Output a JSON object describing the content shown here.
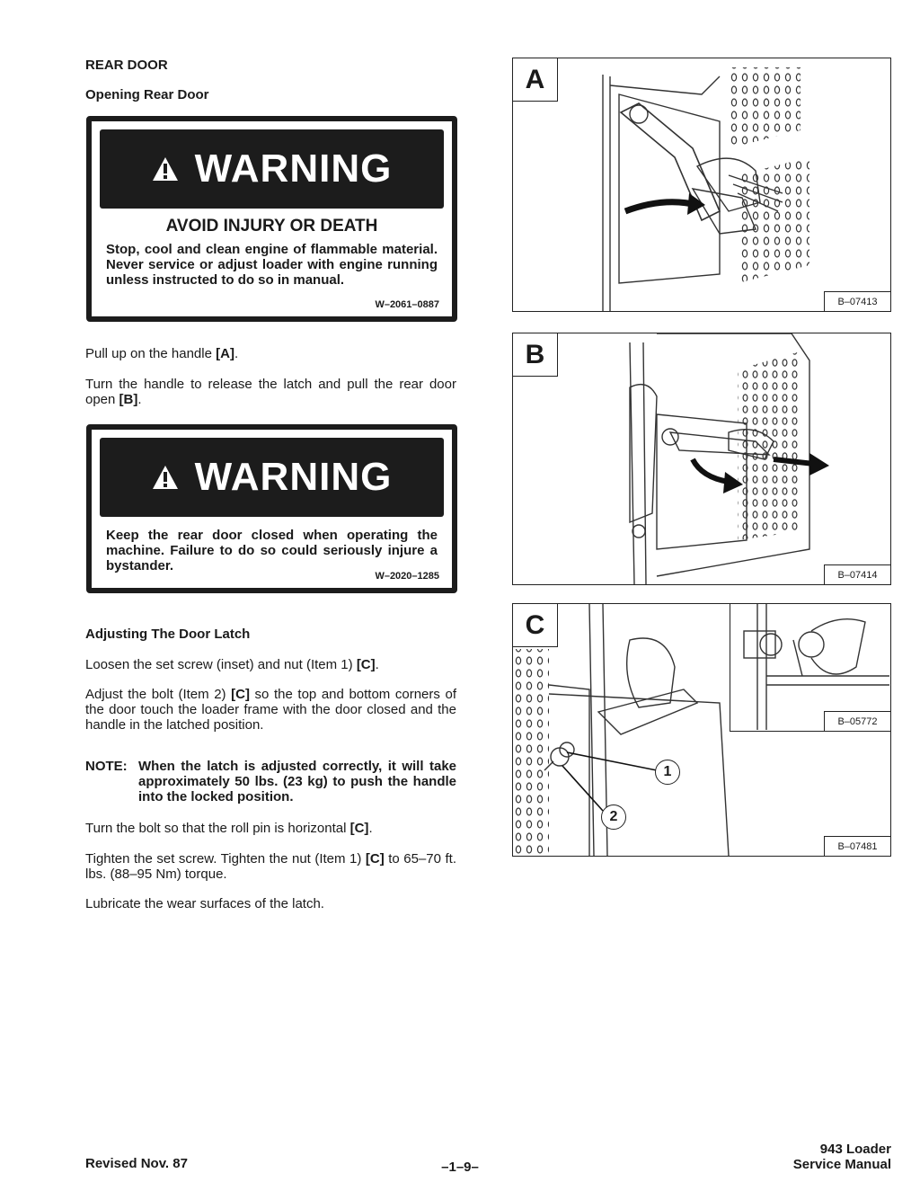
{
  "section_title": "REAR DOOR",
  "subsection_opening": "Opening Rear Door",
  "warning1": {
    "banner": "WARNING",
    "heading": "AVOID INJURY OR DEATH",
    "body": "Stop, cool and clean engine of flammable material. Never service or adjust loader with engine running unless instructed to do so in manual.",
    "code": "W–2061–0887"
  },
  "para_pull": {
    "pre": "Pull up on the handle ",
    "ref": "[A]",
    "post": "."
  },
  "para_turn": {
    "pre": "Turn the handle to release the latch and pull the rear door open ",
    "ref": "[B]",
    "post": "."
  },
  "warning2": {
    "banner": "WARNING",
    "body": "Keep the rear door closed when operating the machine. Failure to do so could seriously injure a bystander.",
    "code": "W–2020–1285"
  },
  "subsection_adjusting": "Adjusting The Door Latch",
  "para_loosen": {
    "pre": "Loosen the set screw (inset) and nut (Item 1) ",
    "ref": "[C]",
    "post": "."
  },
  "para_adjust": {
    "pre": "Adjust the bolt (Item 2) ",
    "ref": "[C]",
    "post": " so the top and bottom corners of the door touch the loader frame with the door closed and the handle in the latched position."
  },
  "note": {
    "label": "NOTE:",
    "text": "When the latch is adjusted correctly, it will take approximately 50 lbs. (23 kg) to push the handle into the locked position."
  },
  "para_bolt": {
    "pre": "Turn the bolt so that the roll pin is horizontal ",
    "ref": "[C]",
    "post": "."
  },
  "para_tighten": {
    "pre": "Tighten the set screw. Tighten the nut (Item 1) ",
    "ref": "[C]",
    "post": " to 65–70 ft. lbs. (88–95 Nm) torque."
  },
  "para_lube": "Lubricate the wear surfaces of the latch.",
  "figures": {
    "a": {
      "label": "A",
      "code": "B–07413"
    },
    "b": {
      "label": "B",
      "code": "B–07414"
    },
    "c": {
      "label": "C",
      "code": "B–07481",
      "inset_code": "B–05772",
      "callout1": "1",
      "callout2": "2"
    }
  },
  "footer": {
    "left": "Revised Nov. 87",
    "center": "–1–9–",
    "right_line1": "943 Loader",
    "right_line2": "Service Manual"
  }
}
